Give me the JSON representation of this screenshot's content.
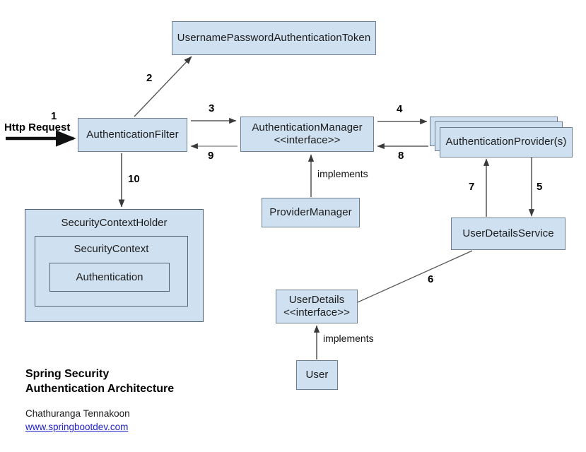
{
  "diagram": {
    "title_line1": "Spring Security",
    "title_line2": "Authentication Architecture",
    "author": "Chathuranga Tennakoon",
    "website": "www.springbootdev.com",
    "entry_label": "Http Request"
  },
  "nodes": {
    "token": {
      "label": "UsernamePasswordAuthenticationToken"
    },
    "filter": {
      "label": "AuthenticationFilter"
    },
    "manager": {
      "line1": "AuthenticationManager",
      "line2": "<<interface>>"
    },
    "provider": {
      "label": "AuthenticationProvider(s)"
    },
    "provider_manager": {
      "label": "ProviderManager"
    },
    "user_details_service": {
      "label": "UserDetailsService"
    },
    "user_details": {
      "line1": "UserDetails",
      "line2": "<<interface>>"
    },
    "user": {
      "label": "User"
    },
    "security_context_holder": {
      "label": "SecurityContextHolder"
    },
    "security_context": {
      "label": "SecurityContext"
    },
    "authentication": {
      "label": "Authentication"
    }
  },
  "edges": {
    "step1": "1",
    "step2": "2",
    "step3": "3",
    "step4": "4",
    "step5": "5",
    "step6": "6",
    "step7": "7",
    "step8": "8",
    "step9": "9",
    "step10": "10",
    "implements_manager": "implements",
    "implements_user": "implements"
  },
  "colors": {
    "node_fill": "#cfe0f0",
    "node_border": "#6e7f93",
    "link": "#2020cc",
    "arrow": "#3a3a3a"
  }
}
